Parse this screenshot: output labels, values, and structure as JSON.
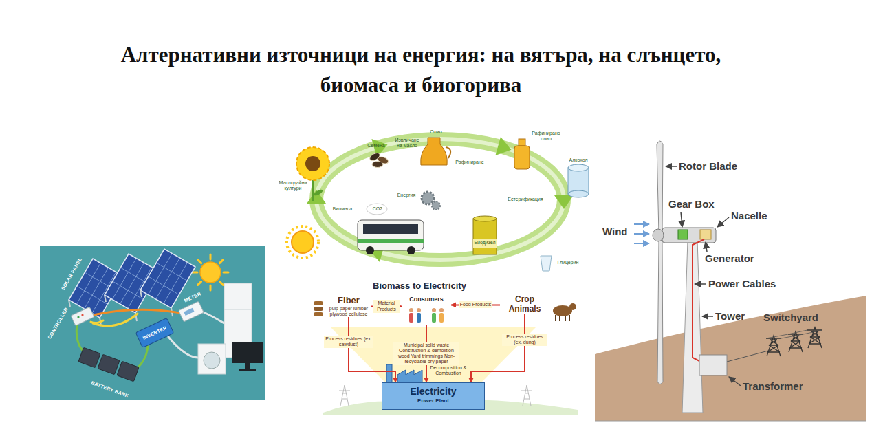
{
  "diagram": {
    "title": "Алтернативни източници на енергия: на вятъра, на слънцето, биомаса и биогорива",
    "nodes": [
      {
        "text": [
          "Fiber",
          "pulp paper lumber plywood cellulose"
        ]
      },
      {
        "text": [
          "Consumers"
        ]
      },
      {
        "text": [
          "Crop",
          "Animals"
        ]
      },
      {
        "text": [
          "Electricity",
          "Power Plant"
        ]
      }
    ],
    "edges": [
      {
        "from": 0,
        "to": 1,
        "arrow": "to",
        "label": "Material Products"
      },
      {
        "from": 2,
        "to": 1,
        "arrow": "to",
        "label": "Food Products"
      },
      {
        "from": 0,
        "to": 3,
        "arrow": "to",
        "label": "Process residues (ex. sawdust)"
      },
      {
        "from": 1,
        "to": 3,
        "arrow": "to",
        "label": "Municipal solid waste Construction & demolition wood Yard trimmings Non-recyclable dry paper"
      },
      {
        "from": 2,
        "to": 3,
        "arrow": "to",
        "label": "Process residues (ex. dung)"
      }
    ],
    "labels": [
      "SOLAR PANEL",
      "CONTROLLER",
      "METER",
      "INVERTER",
      "BATTERY BANK",
      "Маслодайни култури",
      "Семена",
      "Извличане на масло",
      "Олио",
      "Рафиниране",
      "Рафинирано олио",
      "Естерификация",
      "Алкохол",
      "Биодизел",
      "Глицерин",
      "Енергия",
      "CO2",
      "Биомаса",
      "Biomass to Electricity",
      "Decomposition & Combustion",
      "Rotor Blade",
      "Gear Box",
      "Nacelle",
      "Wind",
      "Generator",
      "Power Cables",
      "Tower",
      "Switchyard",
      "Transformer"
    ]
  }
}
